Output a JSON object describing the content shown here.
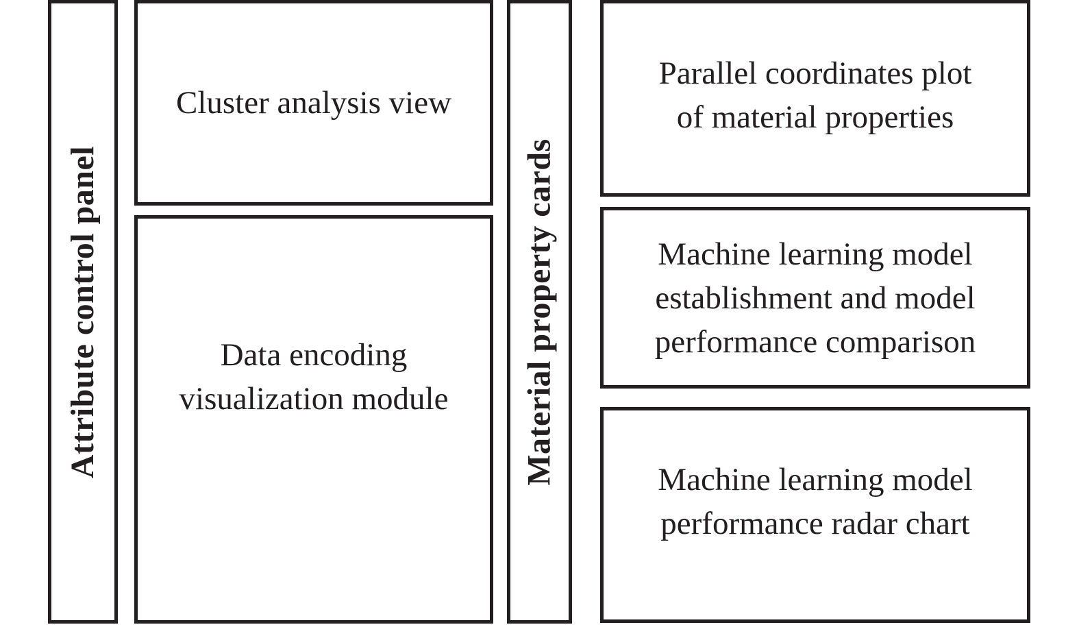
{
  "figure": {
    "background": "#ffffff",
    "border_color": "#231f20",
    "text_color": "#231f20"
  },
  "panels": {
    "attribute_control": {
      "label": "Attribute control panel"
    },
    "material_cards": {
      "label": "Material property cards"
    }
  },
  "boxes": {
    "cluster": {
      "label": "Cluster analysis view",
      "lines": [
        "Cluster analysis view"
      ]
    },
    "data_encoding": {
      "label": "Data encoding visualization module",
      "lines": [
        "Data encoding",
        "visualization module"
      ]
    },
    "parallel_coords": {
      "label": "Parallel coordinates plot of material properties",
      "lines": [
        "Parallel coordinates plot",
        "of material properties"
      ]
    },
    "ml_model": {
      "label": "Machine learning model establishment and model performance comparison",
      "lines": [
        "Machine learning model",
        "establishment and model",
        "performance comparison"
      ]
    },
    "radar": {
      "label": "Machine learning model performance radar chart",
      "lines": [
        "Machine learning model",
        "performance radar chart"
      ]
    }
  }
}
